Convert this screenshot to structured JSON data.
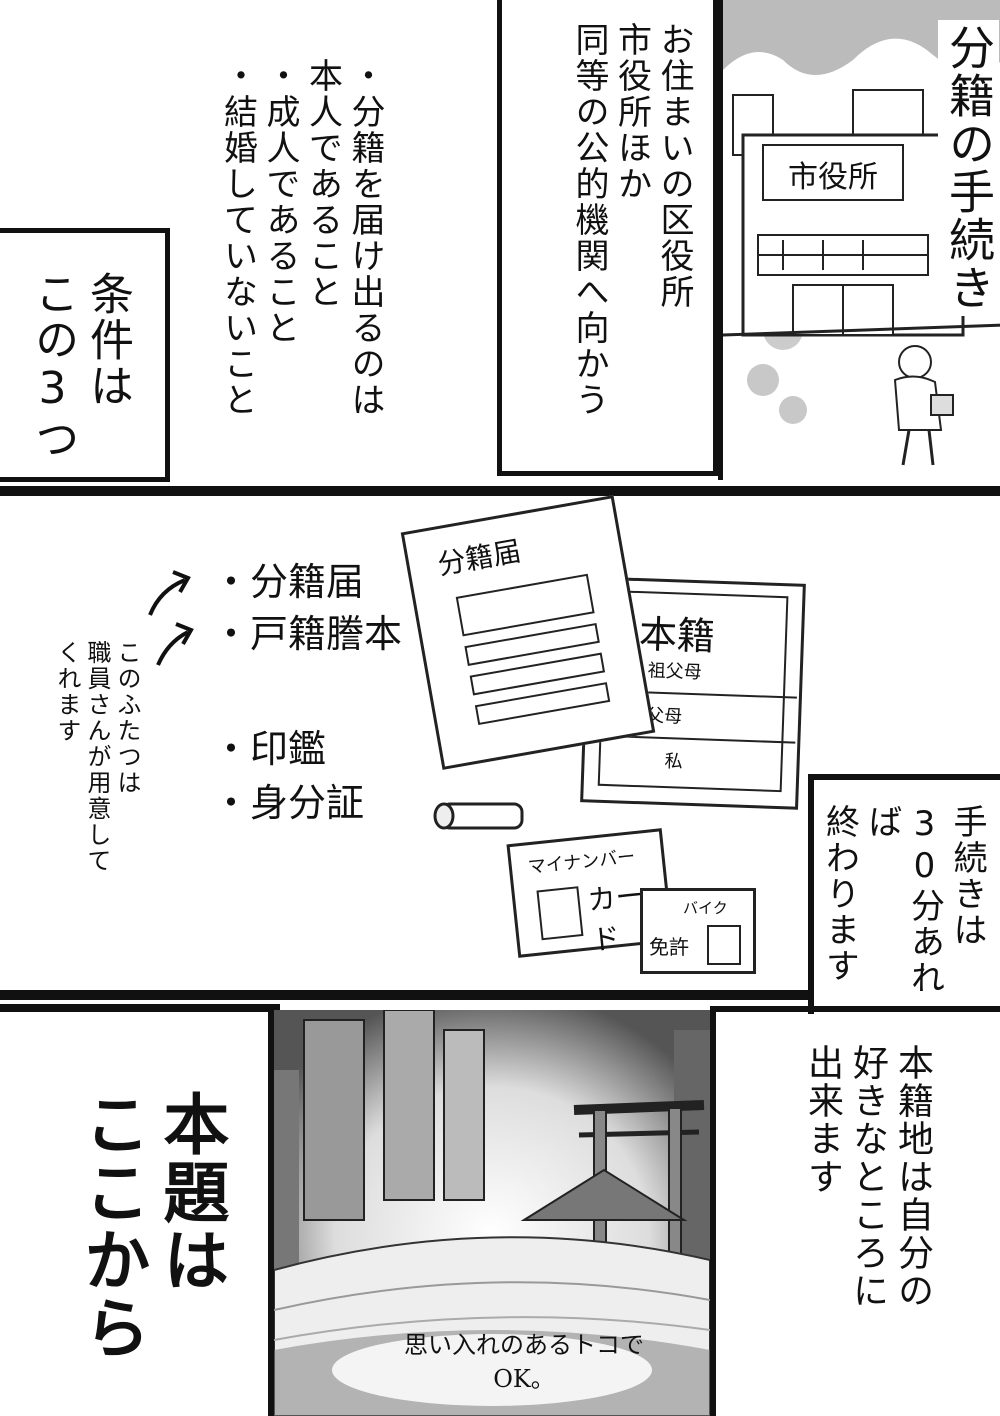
{
  "panel1": {
    "title": "分籍の手続き",
    "sign": "市役所",
    "location_text": [
      "お住まいの区役所",
      "市役所ほか",
      "同等の公的機関へ向かう"
    ],
    "conditions": [
      "・分籍を届け出るのは",
      "本人であること",
      "・成人であること",
      "・結婚していないこと"
    ],
    "summary": [
      "条件は",
      "この3つ"
    ]
  },
  "panel2": {
    "items_top": [
      "・分籍届",
      "・戸籍謄本"
    ],
    "items_bottom": [
      "・印鑑",
      "・身分証"
    ],
    "staff_note": [
      "このふたつは",
      "職員さんが用意して",
      "くれます"
    ],
    "form_title": "分籍届",
    "register_title": "本籍",
    "register_rows": [
      "祖父母",
      "父母",
      "私"
    ],
    "mynumber_card": [
      "マイナンバー",
      "カード"
    ],
    "license_card": [
      "バイク",
      "免許"
    ],
    "time_note": [
      "手続きは",
      "30分あれば",
      "終わります"
    ]
  },
  "panel3": {
    "headline": [
      "本題は",
      "ここから"
    ],
    "honseki_note": [
      "本籍地は自分の",
      "好きなところに",
      "出来ます"
    ],
    "caption": [
      "思い入れのあるトコで",
      "OK。"
    ]
  }
}
